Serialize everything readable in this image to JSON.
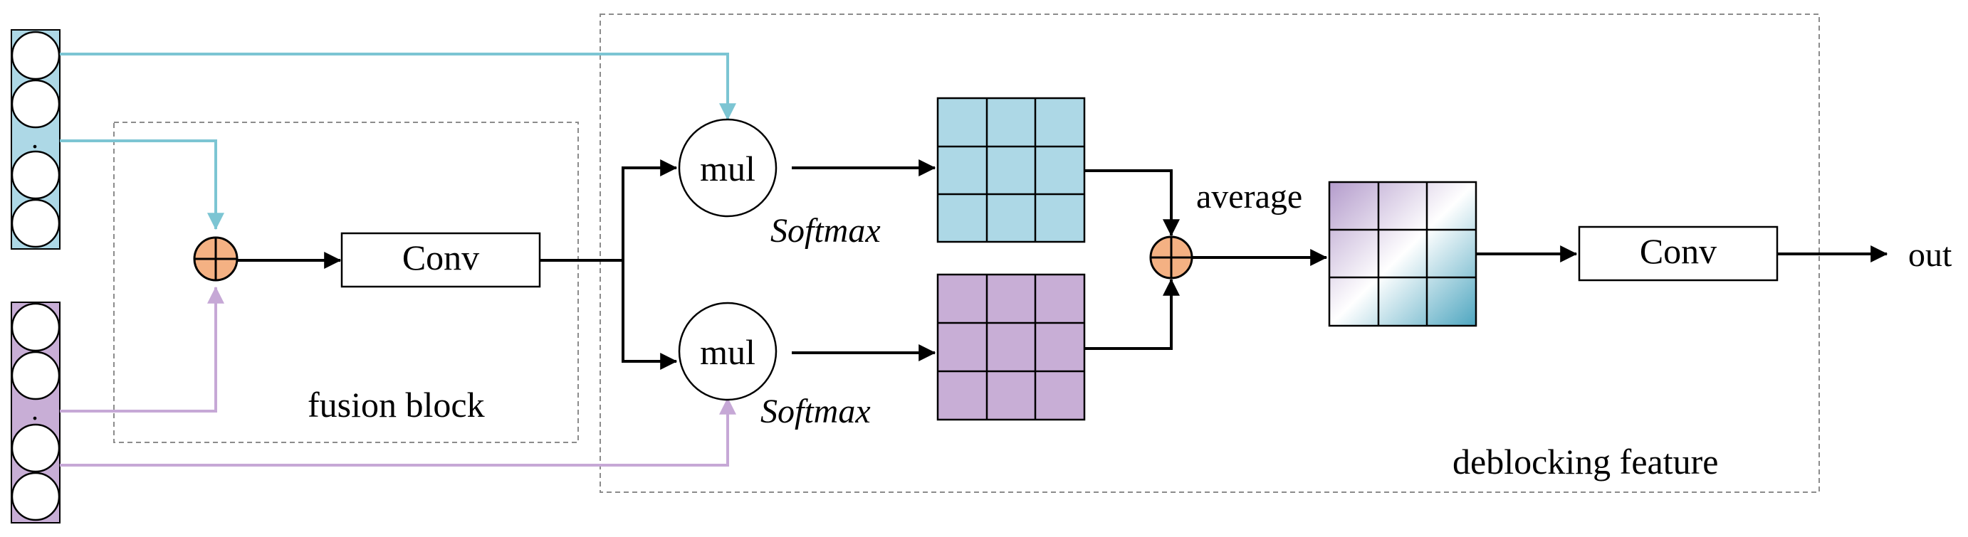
{
  "labels": {
    "fusion_block": "fusion block",
    "deblocking_feature": "deblocking feature",
    "conv_fusion": "Conv",
    "conv_out": "Conv",
    "mul_top": "mul",
    "mul_bottom": "mul",
    "softmax_top": "Softmax",
    "softmax_bottom": "Softmax",
    "average": "average",
    "out": "out",
    "dot_top": ".",
    "dot_bottom": "."
  },
  "colors": {
    "blue_feature": "#add8e6",
    "purple_feature": "#c8aed6",
    "blue_arrow": "#7cc5d3",
    "purple_arrow": "#c6a8d6",
    "add_node": "#f4b183",
    "avg_grid_light": "#ffffff",
    "avg_grid_purple": "#b49ccc",
    "avg_grid_blue": "#4ea6c0",
    "line": "#000000",
    "dashed_border": "#8c8c8c"
  },
  "icons": {
    "add_node": "circle-plus-icon",
    "arrow": "arrowhead-icon"
  }
}
